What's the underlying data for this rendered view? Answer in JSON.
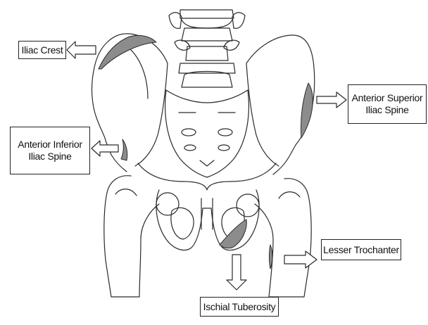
{
  "colors": {
    "line": "#2a2a2a",
    "highlight": "#8c8c8c",
    "background": "#ffffff"
  },
  "labels": {
    "iliac_crest": "Iliac Crest",
    "anterior_superior": {
      "line1": "Anterior Superior",
      "line2": "Iliac Spine"
    },
    "anterior_inferior": {
      "line1": "Anterior Inferior",
      "line2": "Iliac Spine"
    },
    "lesser_trochanter": "Lesser Trochanter",
    "ischial_tuberosity": "Ischial Tuberosity"
  },
  "icons": [
    "arrow-left-icon",
    "arrow-right-icon",
    "arrow-down-icon"
  ]
}
